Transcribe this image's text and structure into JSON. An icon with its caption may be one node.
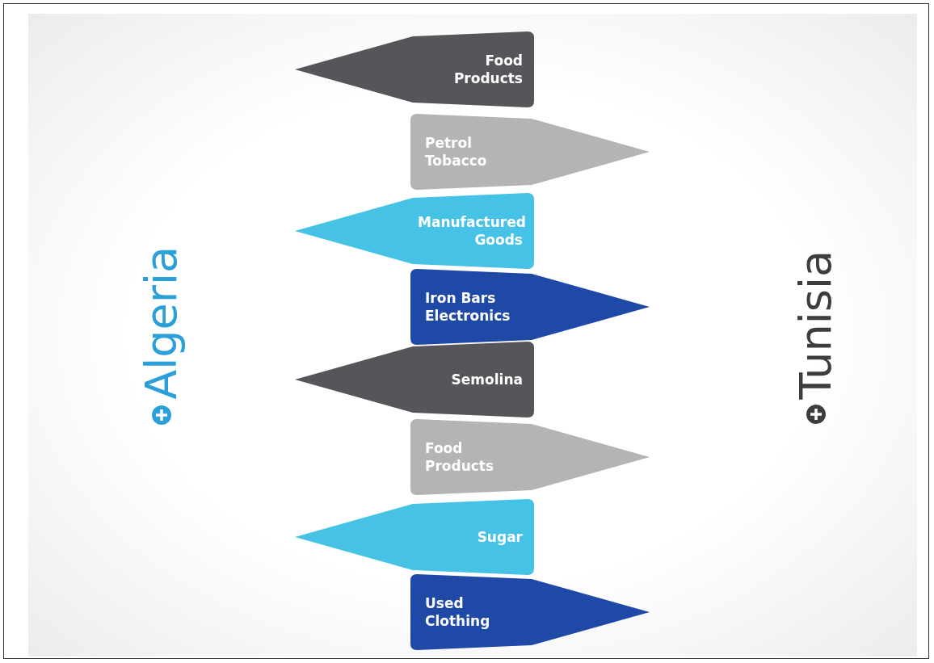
{
  "diagram": {
    "nodes": [
      {
        "text": [
          "Food Products"
        ]
      },
      {
        "text": [
          "Petrol Tobacco"
        ]
      },
      {
        "text": [
          "Manufactured Goods"
        ]
      },
      {
        "text": [
          "Iron Bars Electronics"
        ]
      },
      {
        "text": [
          "Semolina"
        ]
      },
      {
        "text": [
          "Food Products"
        ]
      },
      {
        "text": [
          "Sugar"
        ]
      },
      {
        "text": [
          "Used Clothing"
        ]
      }
    ],
    "labels": [
      "Algeria",
      "Tunisia"
    ]
  }
}
